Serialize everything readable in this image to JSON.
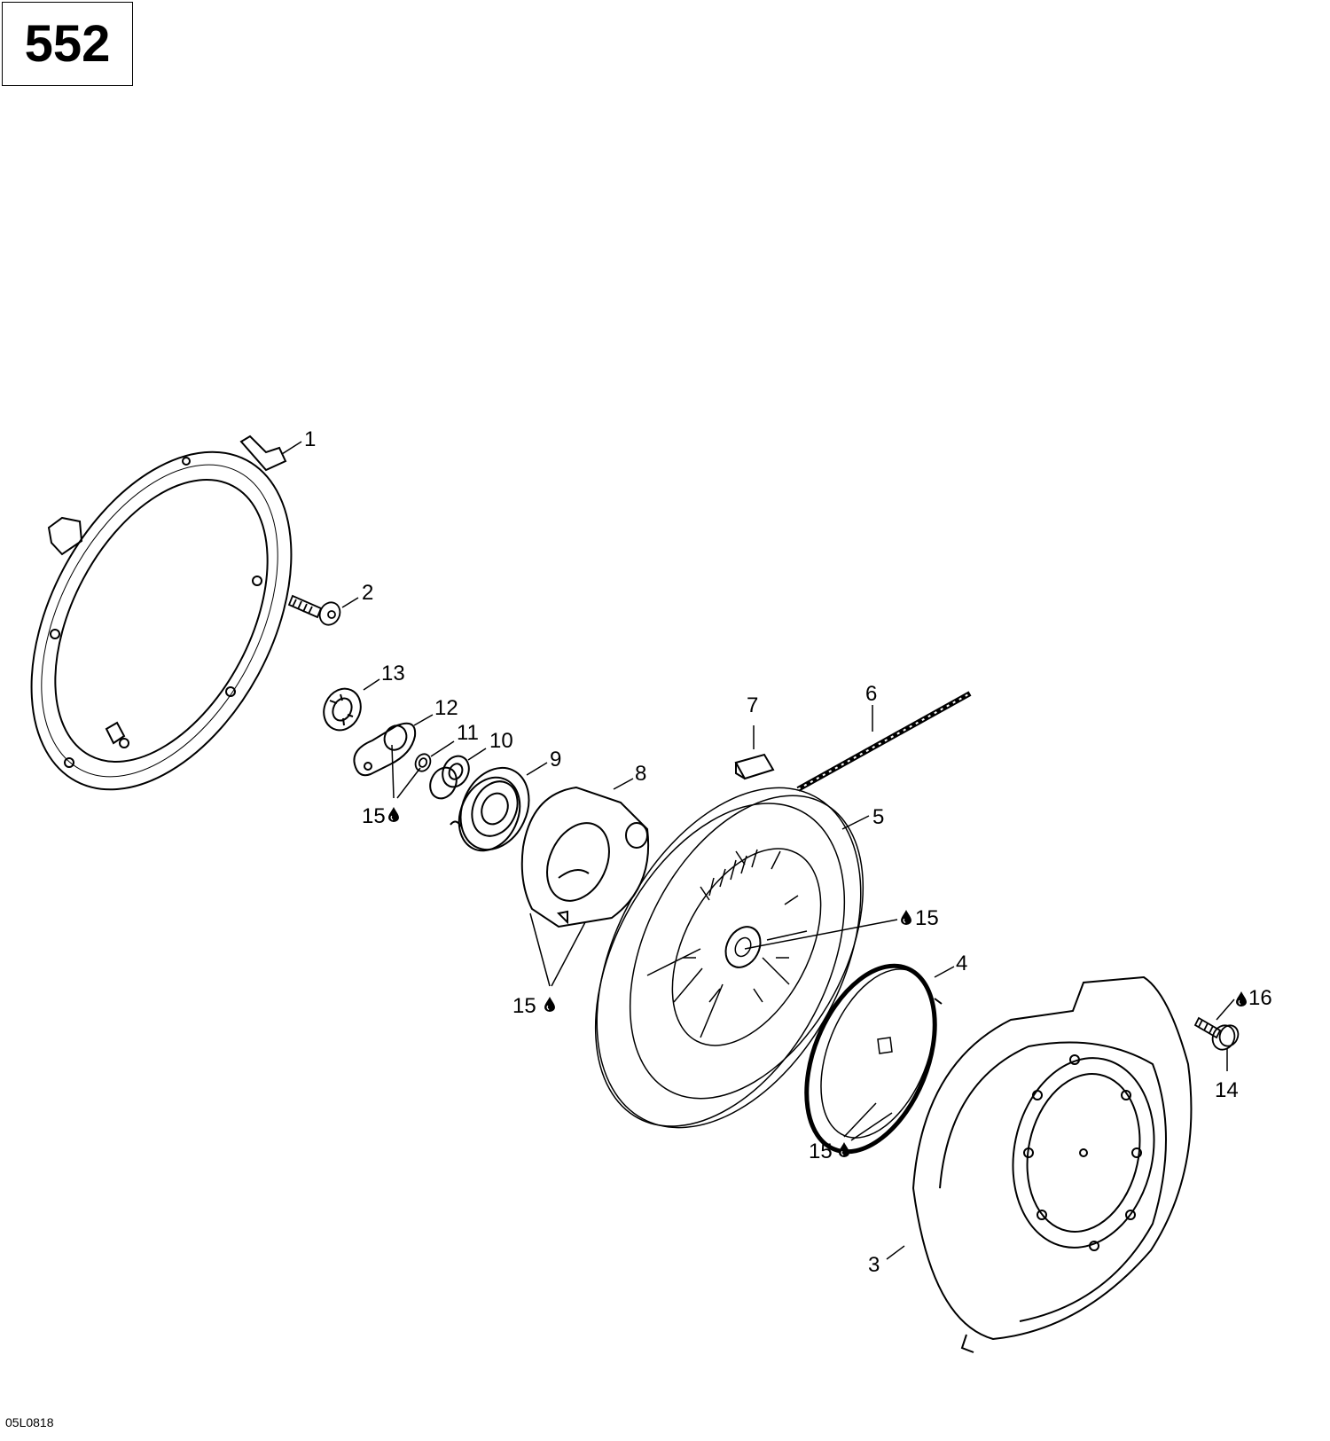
{
  "engine_code": "552",
  "figure_code": "05L0818",
  "callouts": {
    "c1": "1",
    "c2": "2",
    "c3": "3",
    "c4": "4",
    "c5": "5",
    "c6": "6",
    "c7": "7",
    "c8": "8",
    "c9": "9",
    "c10": "10",
    "c11": "11",
    "c12": "12",
    "c13": "13",
    "c14": "14",
    "c15a": "15",
    "c15b": "15",
    "c15c": "15",
    "c15d": "15",
    "c16": "16"
  },
  "icons": {
    "lubricant": "oil-drop-icon"
  }
}
